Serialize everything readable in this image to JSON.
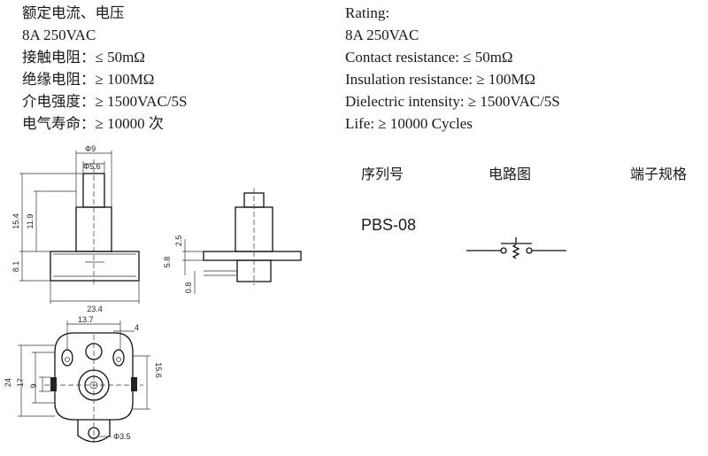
{
  "spec_cn": {
    "title": "额定电流、电压",
    "rating": "8A 250VAC",
    "contact_label": "接触电阻：",
    "contact_value": "≤ 50mΩ",
    "insulation_label": "绝缘电阻：",
    "insulation_value": "≥ 100MΩ",
    "dielectric_label": "介电强度：",
    "dielectric_value": "≥ 1500VAC/5S",
    "life_label": "电气寿命：",
    "life_value": "≥ 10000 次"
  },
  "spec_en": {
    "title": "Rating:",
    "rating": "8A 250VAC",
    "contact": "Contact resistance: ≤ 50mΩ",
    "insulation": "Insulation resistance: ≥ 100MΩ",
    "dielectric": "Dielectric intensity: ≥ 1500VAC/5S",
    "life": "Life: ≥ 10000 Cycles"
  },
  "table": {
    "col_serial": "序列号",
    "col_circuit": "电路图",
    "col_terminal": "端子规格",
    "model": "PBS-08"
  },
  "dims": {
    "d9": "Φ9",
    "d56": "Φ5.6",
    "h154": "15.4",
    "h119": "11.9",
    "h81": "8.1",
    "w234": "23.4",
    "s25": "2.5",
    "s58": "5.8",
    "s08": "0.8",
    "b137": "13.7",
    "b4": "4",
    "b24": "24",
    "b17": "17",
    "b9": "9",
    "b156": "15.6",
    "b35": "Φ3.5"
  }
}
